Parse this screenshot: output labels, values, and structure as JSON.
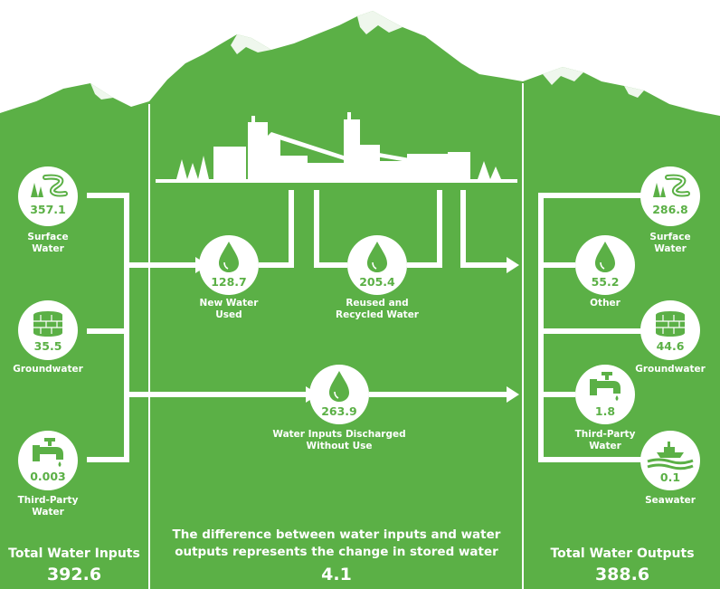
{
  "colors": {
    "green": "#5bb046",
    "white": "#ffffff"
  },
  "inputs": {
    "title": "Total Water Inputs",
    "total": "392.6",
    "items": [
      {
        "icon": "river-icon",
        "value": "357.1",
        "label": [
          "Surface",
          "Water"
        ]
      },
      {
        "icon": "well-icon",
        "value": "35.5",
        "label": [
          "Groundwater"
        ]
      },
      {
        "icon": "faucet-icon",
        "value": "0.003",
        "label": [
          "Third-Party",
          "Water"
        ]
      }
    ]
  },
  "middle": {
    "new_water": {
      "icon": "drop-icon",
      "value": "128.7",
      "label": [
        "New Water",
        "Used"
      ]
    },
    "reused": {
      "icon": "drop-icon",
      "value": "205.4",
      "label": [
        "Reused and",
        "Recycled Water"
      ]
    },
    "discharged": {
      "icon": "drop-icon",
      "value": "263.9",
      "label": [
        "Water Inputs Discharged",
        "Without Use"
      ]
    },
    "difference_text": [
      "The difference between water inputs and water",
      "outputs represents the change in stored water"
    ],
    "difference_value": "4.1"
  },
  "outputs": {
    "title": "Total Water Outputs",
    "total": "388.6",
    "items": [
      {
        "icon": "river-icon",
        "value": "286.8",
        "label": [
          "Surface",
          "Water"
        ]
      },
      {
        "icon": "drop-icon",
        "value": "55.2",
        "label": [
          "Other"
        ]
      },
      {
        "icon": "well-icon",
        "value": "44.6",
        "label": [
          "Groundwater"
        ]
      },
      {
        "icon": "faucet-icon",
        "value": "1.8",
        "label": [
          "Third-Party",
          "Water"
        ]
      },
      {
        "icon": "ship-icon",
        "value": "0.1",
        "label": [
          "Seawater"
        ]
      }
    ]
  }
}
